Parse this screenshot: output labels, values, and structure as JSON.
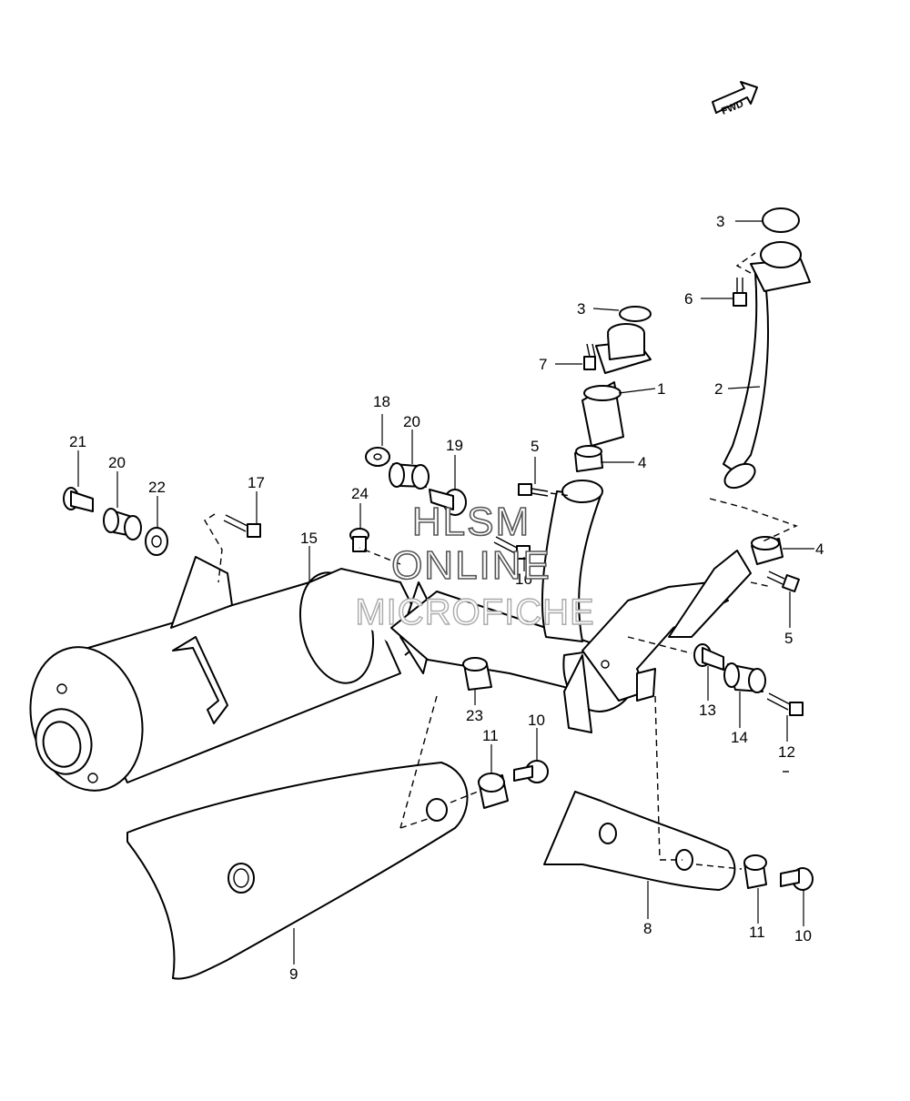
{
  "fwd_label": "FWD",
  "watermark": {
    "line1": "HLSM",
    "line2": "ONLINE",
    "line3": "MICROFICHE"
  },
  "callouts": {
    "c1": "1",
    "c2": "2",
    "c3a": "3",
    "c3b": "3",
    "c4a": "4",
    "c4b": "4",
    "c5a": "5",
    "c5b": "5",
    "c6": "6",
    "c7": "7",
    "c8": "8",
    "c9": "9",
    "c10a": "10",
    "c10b": "10",
    "c11a": "11",
    "c11b": "11",
    "c12": "12",
    "c13": "13",
    "c14": "14",
    "c15": "15",
    "c16": "16",
    "c17": "17",
    "c18": "18",
    "c19": "19",
    "c20a": "20",
    "c20b": "20",
    "c21": "21",
    "c22": "22",
    "c23": "23",
    "c24": "24"
  }
}
